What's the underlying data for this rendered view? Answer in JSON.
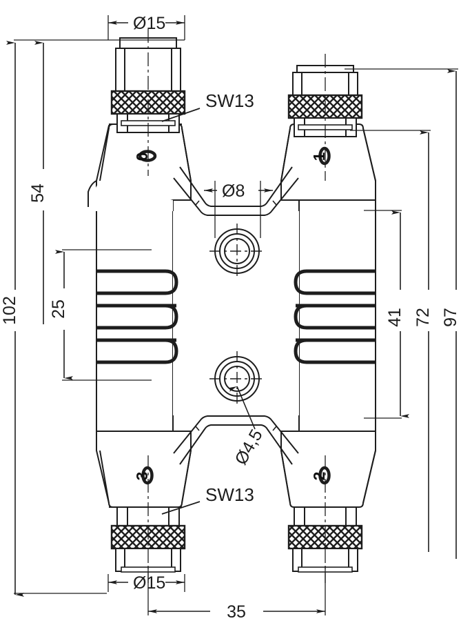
{
  "drawing": {
    "type": "technical-dimension-drawing",
    "subject": "4-port connector distributor box, front view",
    "units": "mm",
    "line_color": "#1d1d1d",
    "background_color": "#ffffff",
    "body_fill": "#ffffff"
  },
  "dimensions": {
    "top_diameter": "Ø15",
    "bottom_diameter": "Ø15",
    "center_hole_diameter": "Ø8",
    "mount_hole_diameter": "Ø4,5",
    "height_54": "54",
    "height_102": "102",
    "height_25": "25",
    "height_41": "41",
    "height_72": "72",
    "height_97": "97",
    "width_35": "35"
  },
  "labels": {
    "wrench_top": "SW13",
    "wrench_bottom": "SW13"
  },
  "ports": {
    "top_left": "0",
    "top_right": "1",
    "bottom_right": "2",
    "bottom_left": "3"
  }
}
